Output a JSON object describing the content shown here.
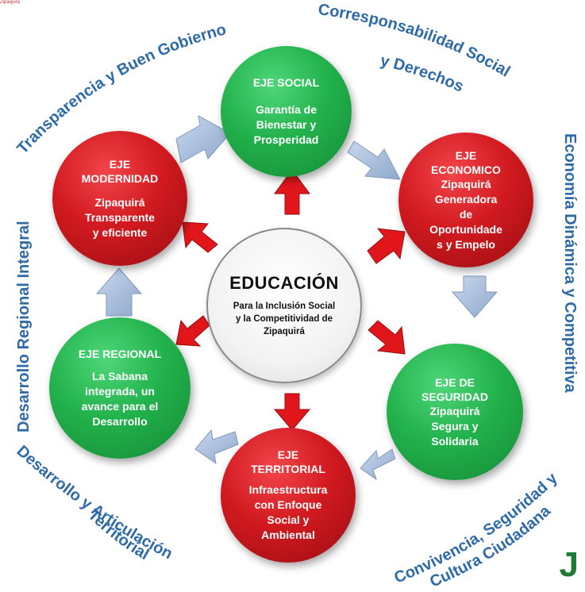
{
  "brand_mark": "Zipaquirá",
  "center": {
    "title": "EDUCACIÓN",
    "line1": "Para la Inclusión Social",
    "line2": "y la Competitividad de",
    "line3": "Zipaquirá"
  },
  "ejes": {
    "social": {
      "title": "EJE SOCIAL",
      "l1": "Garantía de",
      "l2": "Bienestar y",
      "l3": "Prosperidad"
    },
    "economico": {
      "t1": "EJE",
      "t2": "ECONOMICO",
      "l1": "Zipaquirá",
      "l2": "Generadora",
      "l3": "de",
      "l4": "Oportunidade",
      "l5": "s y Empelo"
    },
    "seguridad": {
      "t1": "EJE DE",
      "t2": "SEGURIDAD",
      "l1": "Zipaquirá",
      "l2": "Segura y",
      "l3": "Solidaria"
    },
    "territorial": {
      "t1": "EJE",
      "t2": "TERRITORIAL",
      "l1": "Infraestructura",
      "l2": "con Enfoque",
      "l3": "Social y",
      "l4": "Ambiental"
    },
    "regional": {
      "title": "EJE REGIONAL",
      "l1": "La Sabana",
      "l2": "integrada, un",
      "l3": "avance para el",
      "l4": "Desarrollo"
    },
    "modernidad": {
      "t1": "EJE",
      "t2": "MODERNIDAD",
      "l1": "Zipaquirá",
      "l2": "Transparente",
      "l3": "y eficiente"
    }
  },
  "outer_labels": {
    "top_left": "Transparencia y  Buen Gobierno",
    "top_right_1": "Corresponsabilidad Social",
    "top_right_2": "y Derechos",
    "right": "Economía Dinámica y Competitiva",
    "bottom_right_1": "Convivencia, Seguridad y",
    "bottom_right_2": "Cultura Ciudadana",
    "bottom_left_1": "Desarrollo y Articulación",
    "bottom_left_2": "Territorial",
    "left": "Desarrollo Regional Integral"
  },
  "logo_letter": "J",
  "colors": {
    "green": "#22b24c",
    "red": "#d11a20",
    "label_blue": "#2e6aa8",
    "arrow_red": "#e0161b",
    "arrow_blue": "#a9bfdc"
  }
}
